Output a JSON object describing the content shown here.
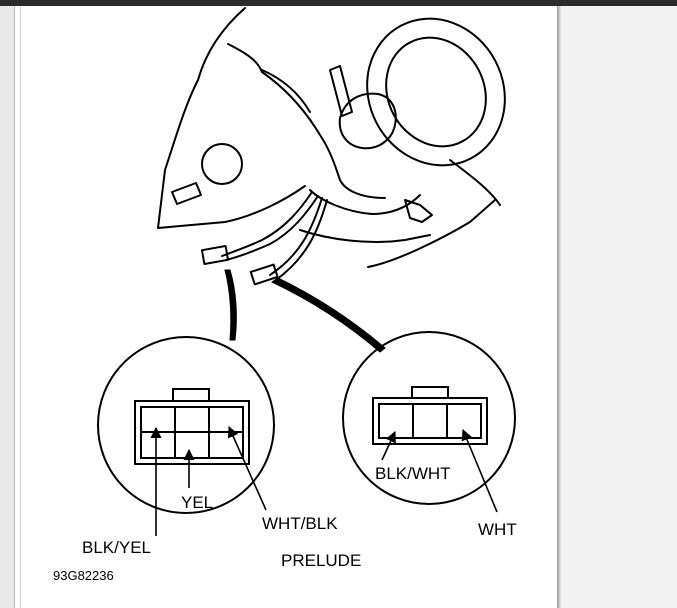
{
  "labels": {
    "yel": "YEL",
    "blk_yel": "BLK/YEL",
    "wht_blk": "WHT/BLK",
    "blk_wht": "BLK/WHT",
    "wht": "WHT",
    "prelude": "PRELUDE"
  },
  "figure_id": "93G82236",
  "colors": {
    "line": "#000000",
    "background": "#ffffff"
  }
}
